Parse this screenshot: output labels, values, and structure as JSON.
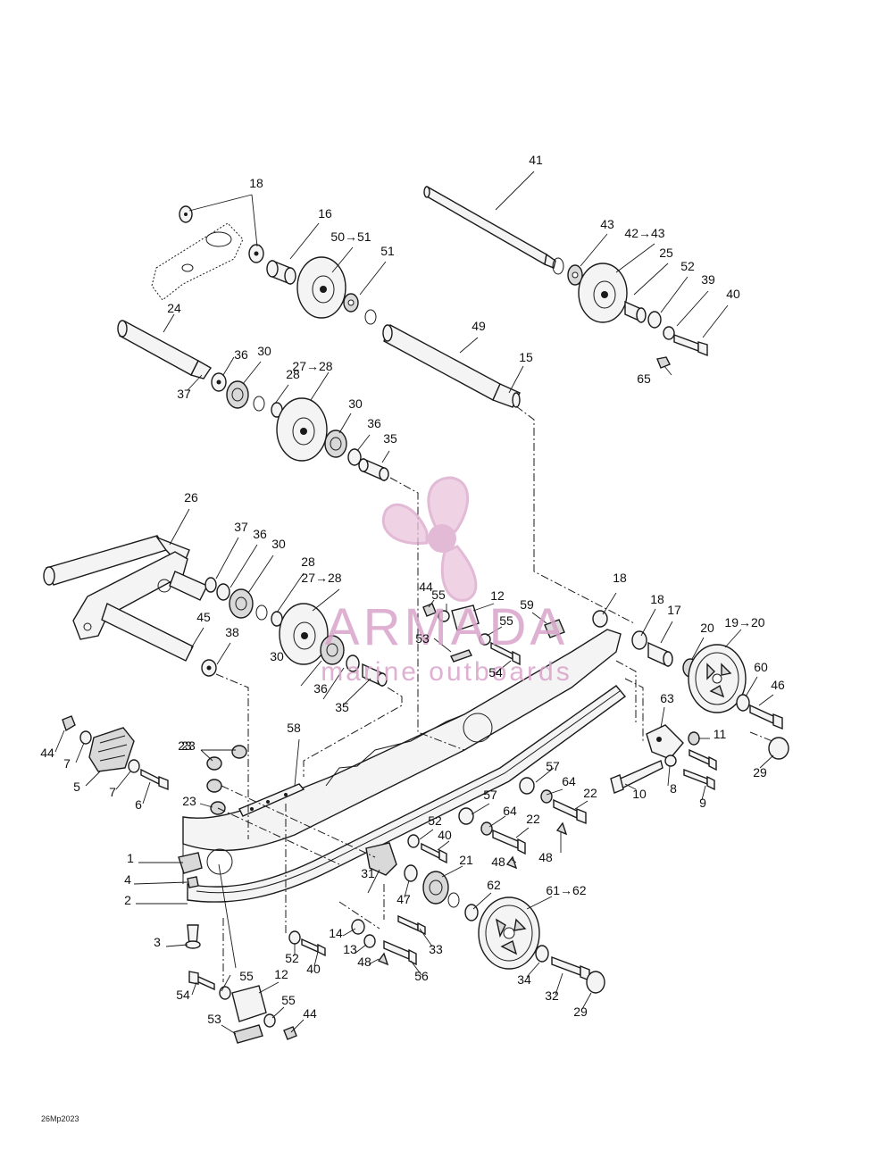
{
  "drawing": {
    "code": "26Mp2023"
  },
  "watermark": {
    "brand": "ARMADA",
    "tagline": "marine outboards",
    "icon": "propeller-logo-icon",
    "color": "#d9a3c9"
  },
  "callouts": [
    "1",
    "2",
    "3",
    "4",
    "5",
    "6",
    "7",
    "7",
    "8",
    "9",
    "10",
    "11",
    "12",
    "12",
    "13",
    "14",
    "15",
    "16",
    "17",
    "18",
    "18",
    "18",
    "19→20",
    "20",
    "21",
    "22",
    "22",
    "23",
    "23",
    "23",
    "24",
    "25",
    "26",
    "27→28",
    "27→28",
    "28",
    "28",
    "29",
    "29",
    "30",
    "30",
    "30",
    "30",
    "31",
    "32",
    "33",
    "34",
    "35",
    "35",
    "36",
    "36",
    "36",
    "36",
    "37",
    "37",
    "38",
    "39",
    "40",
    "40",
    "40",
    "41",
    "42→43",
    "43",
    "44",
    "44",
    "44",
    "45",
    "46",
    "47",
    "48",
    "48",
    "48",
    "49",
    "50→51",
    "51",
    "52",
    "52",
    "52",
    "53",
    "53",
    "54",
    "54",
    "55",
    "55",
    "55",
    "55",
    "56",
    "57",
    "57",
    "58",
    "59",
    "60",
    "61→62",
    "62",
    "63",
    "64",
    "64",
    "65"
  ]
}
